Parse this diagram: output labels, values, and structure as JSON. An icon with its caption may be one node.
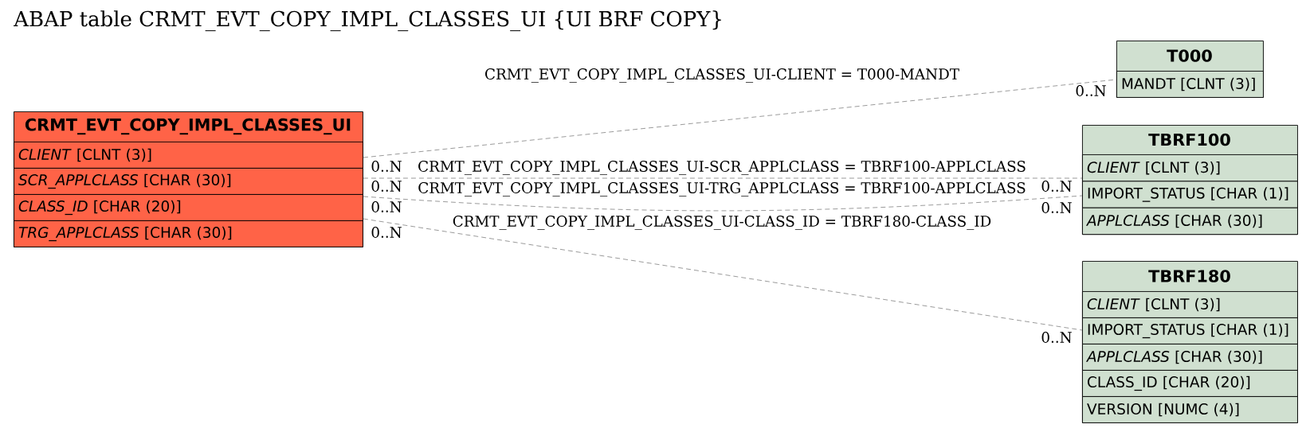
{
  "diagram": {
    "title": "ABAP table CRMT_EVT_COPY_IMPL_CLASSES_UI {UI BRF COPY}",
    "nodes": [
      {
        "text": [
          "CRMT_EVT_COPY_IMPL_CLASSES_UI"
        ]
      },
      {
        "text": [
          "*CLIENT* [CLNT (3)]"
        ],
        "in": 0
      },
      {
        "text": [
          "*SCR_APPLCLASS* [CHAR (30)]"
        ],
        "in": 0
      },
      {
        "text": [
          "*CLASS_ID* [CHAR (20)]"
        ],
        "in": 0
      },
      {
        "text": [
          "*TRG_APPLCLASS* [CHAR (30)]"
        ],
        "in": 0
      },
      {
        "text": [
          "T000"
        ]
      },
      {
        "text": [
          "MANDT [CLNT (3)]"
        ],
        "in": 5
      },
      {
        "text": [
          "TBRF100"
        ]
      },
      {
        "text": [
          "*CLIENT* [CLNT (3)]"
        ],
        "in": 7
      },
      {
        "text": [
          "IMPORT_STATUS [CHAR (1)]"
        ],
        "in": 7
      },
      {
        "text": [
          "*APPLCLASS* [CHAR (30)]"
        ],
        "in": 7
      },
      {
        "text": [
          "TBRF180"
        ]
      },
      {
        "text": [
          "*CLIENT* [CLNT (3)]"
        ],
        "in": 11
      },
      {
        "text": [
          "IMPORT_STATUS [CHAR (1)]"
        ],
        "in": 11
      },
      {
        "text": [
          "*APPLCLASS* [CHAR (30)]"
        ],
        "in": 11
      },
      {
        "text": [
          "CLASS_ID [CHAR (20)]"
        ],
        "in": 11
      },
      {
        "text": [
          "VERSION [NUMC (4)]"
        ],
        "in": 11
      }
    ],
    "edges": [
      {
        "from": 0,
        "to": 5,
        "arrow": "none",
        "style": "dashed",
        "label": "CRMT_EVT_COPY_IMPL_CLASSES_UI-CLIENT = T000-MANDT"
      },
      {
        "from": 0,
        "to": 7,
        "arrow": "none",
        "style": "dashed",
        "label": "CRMT_EVT_COPY_IMPL_CLASSES_UI-SCR_APPLCLASS = TBRF100-APPLCLASS"
      },
      {
        "from": 0,
        "to": 7,
        "arrow": "none",
        "style": "dashed",
        "label": "CRMT_EVT_COPY_IMPL_CLASSES_UI-TRG_APPLCLASS = TBRF100-APPLCLASS"
      },
      {
        "from": 0,
        "to": 11,
        "arrow": "none",
        "style": "dashed",
        "label": "CRMT_EVT_COPY_IMPL_CLASSES_UI-CLASS_ID = TBRF180-CLASS_ID"
      }
    ],
    "labels": [
      "0..N",
      "0..N",
      "0..N",
      "0..N",
      "0..N",
      "0..N",
      "0..N",
      "0..N"
    ]
  }
}
